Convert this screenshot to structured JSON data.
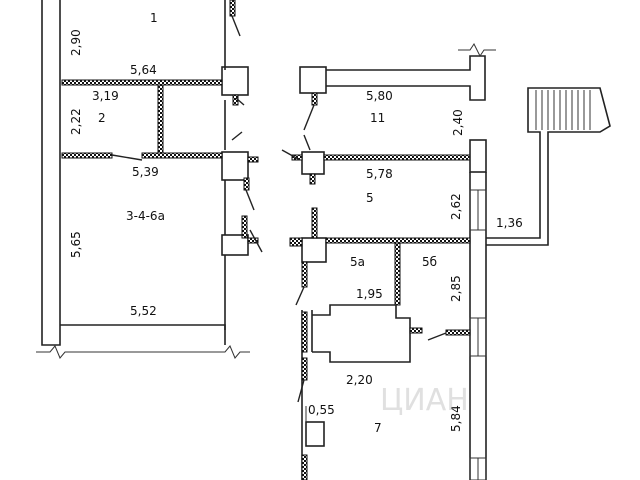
{
  "rooms": {
    "r1": "1",
    "r2": "2",
    "r11": "11",
    "r346": "3-4-6а",
    "r5": "5",
    "r5a": "5а",
    "r5b": "5б",
    "r7": "7"
  },
  "dimensions": {
    "d290": "2,90",
    "d564": "5,64",
    "d319": "3,19",
    "d222": "2,22",
    "d580": "5,80",
    "d240": "2,40",
    "d539": "5,39",
    "d578": "5,78",
    "d262": "2,62",
    "d565": "5,65",
    "d136": "1,36",
    "d552": "5,52",
    "d285": "2,85",
    "d195": "1,95",
    "d220": "2,20",
    "d055": "0,55",
    "d584": "5,84"
  },
  "watermark": "ЦИАН"
}
